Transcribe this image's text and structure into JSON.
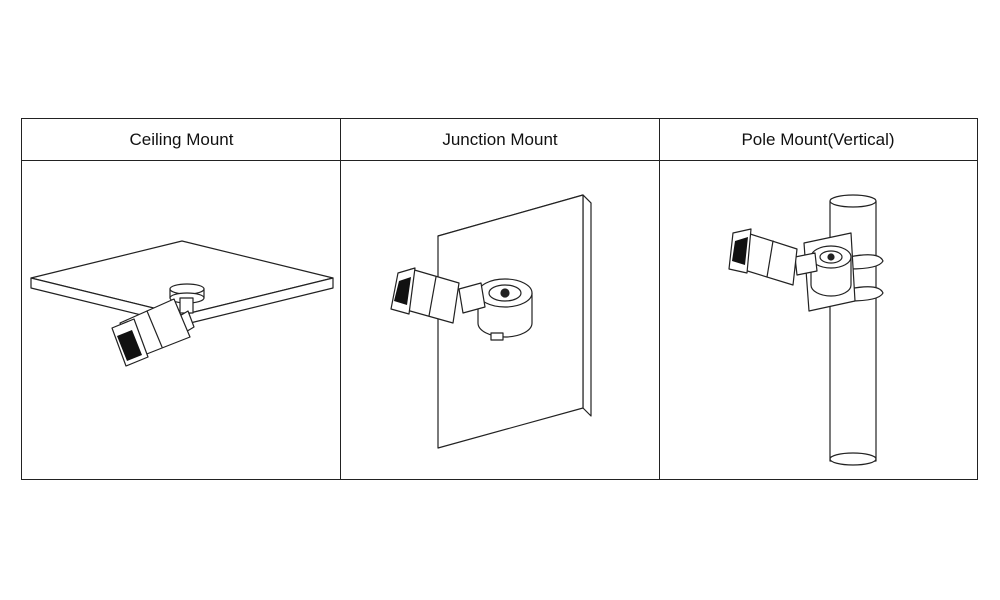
{
  "table": {
    "columns": [
      {
        "label": "Ceiling Mount",
        "illustration": "ceiling-mount-camera"
      },
      {
        "label": "Junction Mount",
        "illustration": "junction-box-wall-mount-camera"
      },
      {
        "label": "Pole Mount(Vertical)",
        "illustration": "vertical-pole-mount-camera"
      }
    ]
  },
  "colors": {
    "line": "#222222",
    "background": "#ffffff"
  }
}
